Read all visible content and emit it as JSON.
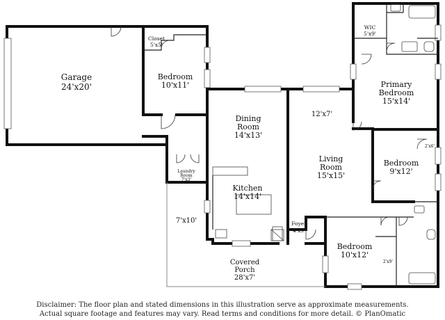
{
  "rooms": {
    "garage": {
      "name": "Garage",
      "dim": "24'x20'"
    },
    "closet": {
      "name": "Closet",
      "dim": "5'x5'"
    },
    "bedroom_nw": {
      "name": "Bedroom",
      "dim": "10'x11'"
    },
    "wic": {
      "name": "WIC",
      "dim": "5'x9'"
    },
    "primary_bedroom": {
      "name1": "Primary",
      "name2": "Bedroom",
      "dim": "15'x14'"
    },
    "dining": {
      "name1": "Dining",
      "name2": "Room",
      "dim": "14'x13'"
    },
    "living": {
      "name1": "Living",
      "name2": "Room",
      "dim": "15'x15'"
    },
    "hall_area": {
      "dim": "12'x7'"
    },
    "bedroom_e": {
      "name": "Bedroom",
      "dim": "9'x12'"
    },
    "closet_e": {
      "dim": "2'x6'"
    },
    "laundry": {
      "name1": "Laundry",
      "name2": "Room",
      "dim": "7'x3'"
    },
    "kitchen": {
      "name": "Kitchen",
      "dim": "14'x14'"
    },
    "patio": {
      "dim": "7'x10'"
    },
    "foyer": {
      "name": "Foyer",
      "dim": "4'x5'"
    },
    "bedroom_s": {
      "name": "Bedroom",
      "dim": "10'x12'"
    },
    "closet_s": {
      "dim": "2'x9'"
    },
    "porch": {
      "name1": "Covered",
      "name2": "Porch",
      "dim": "28'x7'"
    }
  },
  "disclaimer": {
    "line1": "Disclaimer: The floor plan and stated dimensions in this illustration serve as approximate measurements.",
    "line2": "Actual square footage and features may vary. Read terms and conditions for more detail. © PlanOmatic"
  }
}
